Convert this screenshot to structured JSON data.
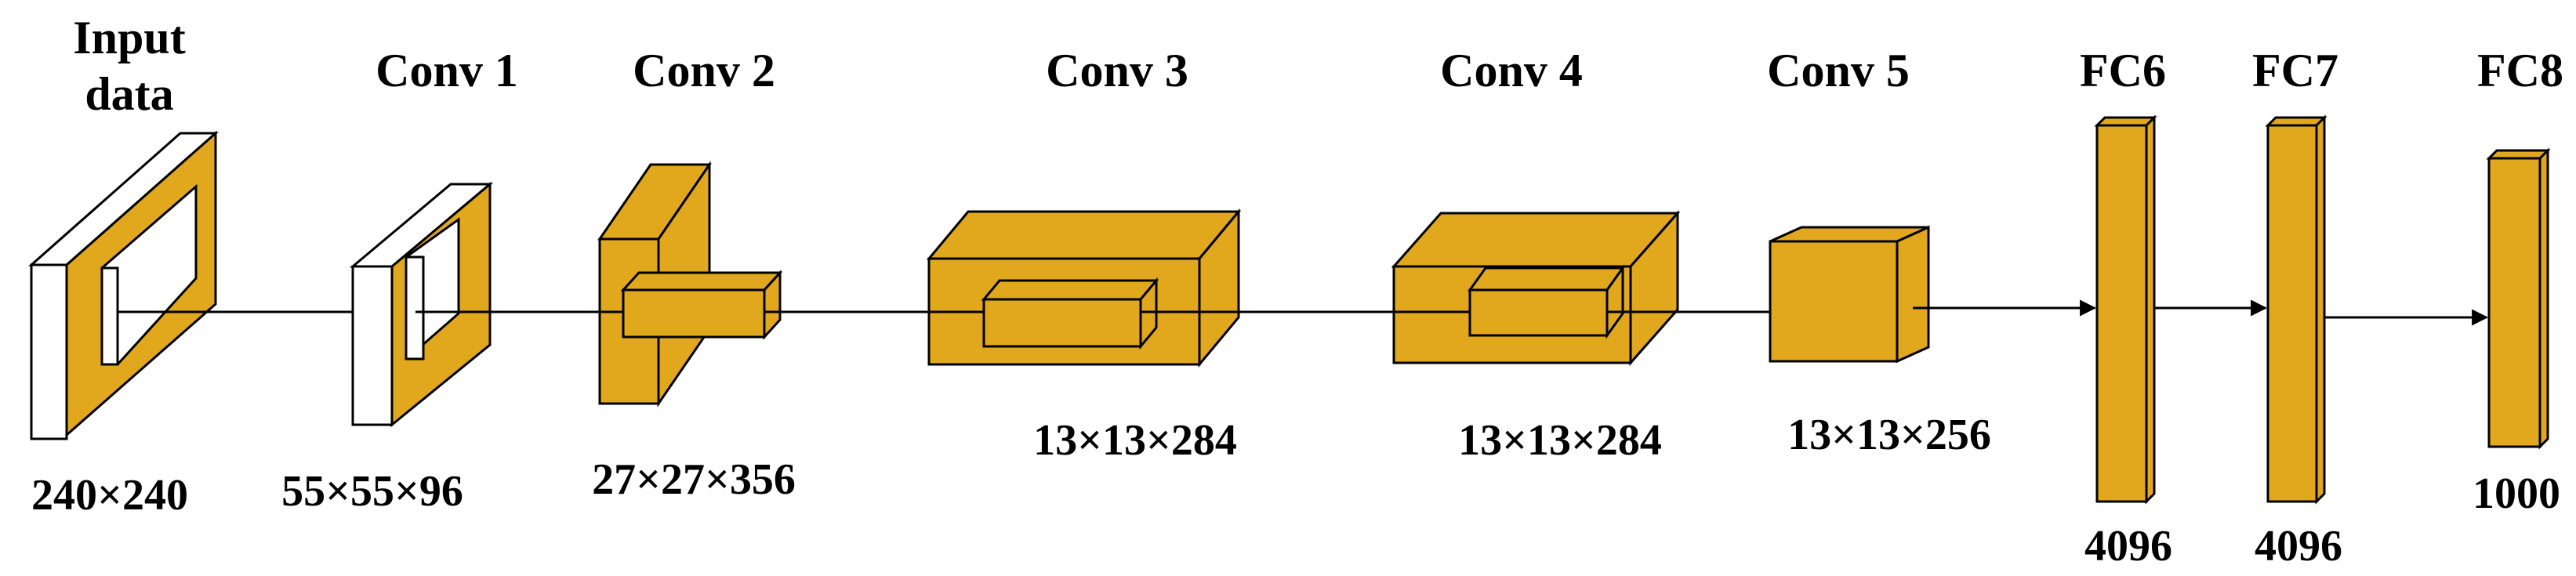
{
  "colors": {
    "fill": "#E1A81E",
    "stroke": "#000000",
    "white": "#FFFFFF"
  },
  "layers": [
    {
      "id": "input",
      "title_line1": "Input",
      "title_line2": "data",
      "dims": "240×240"
    },
    {
      "id": "conv1",
      "title": "Conv 1",
      "dims": "55×55×96"
    },
    {
      "id": "conv2",
      "title": "Conv 2",
      "dims": "27×27×356"
    },
    {
      "id": "conv3",
      "title": "Conv 3",
      "dims": "13×13×284"
    },
    {
      "id": "conv4",
      "title": "Conv 4",
      "dims": "13×13×284"
    },
    {
      "id": "conv5",
      "title": "Conv 5",
      "dims": "13×13×256"
    },
    {
      "id": "fc6",
      "title": "FC6",
      "dims": "4096"
    },
    {
      "id": "fc7",
      "title": "FC7",
      "dims": "4096"
    },
    {
      "id": "fc8",
      "title": "FC8",
      "dims": "1000"
    }
  ]
}
